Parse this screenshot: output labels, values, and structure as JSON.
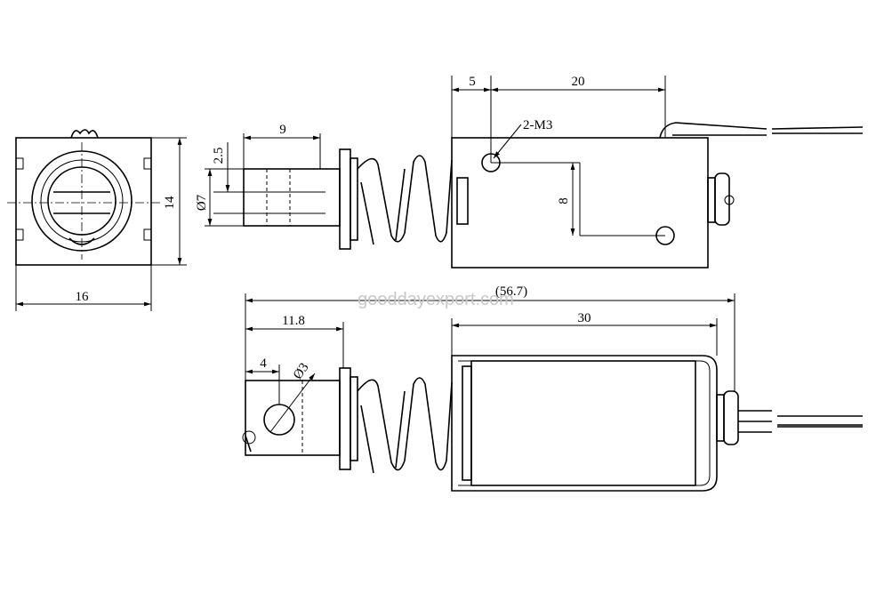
{
  "watermark": "gooddayexport.com",
  "dimensions": {
    "end_width": "16",
    "end_height": "14",
    "plunger_length": "9",
    "slot_width": "2.5",
    "plunger_diameter": "Ø7",
    "top_offset": "5",
    "hole_spacing_h": "20",
    "mount_holes": "2-M3",
    "hole_spacing_v": "8",
    "overall_length": "(56.7)",
    "frame_length": "30",
    "extended_length": "11.8",
    "hole_offset": "4",
    "hole_diameter": "Ø3"
  }
}
